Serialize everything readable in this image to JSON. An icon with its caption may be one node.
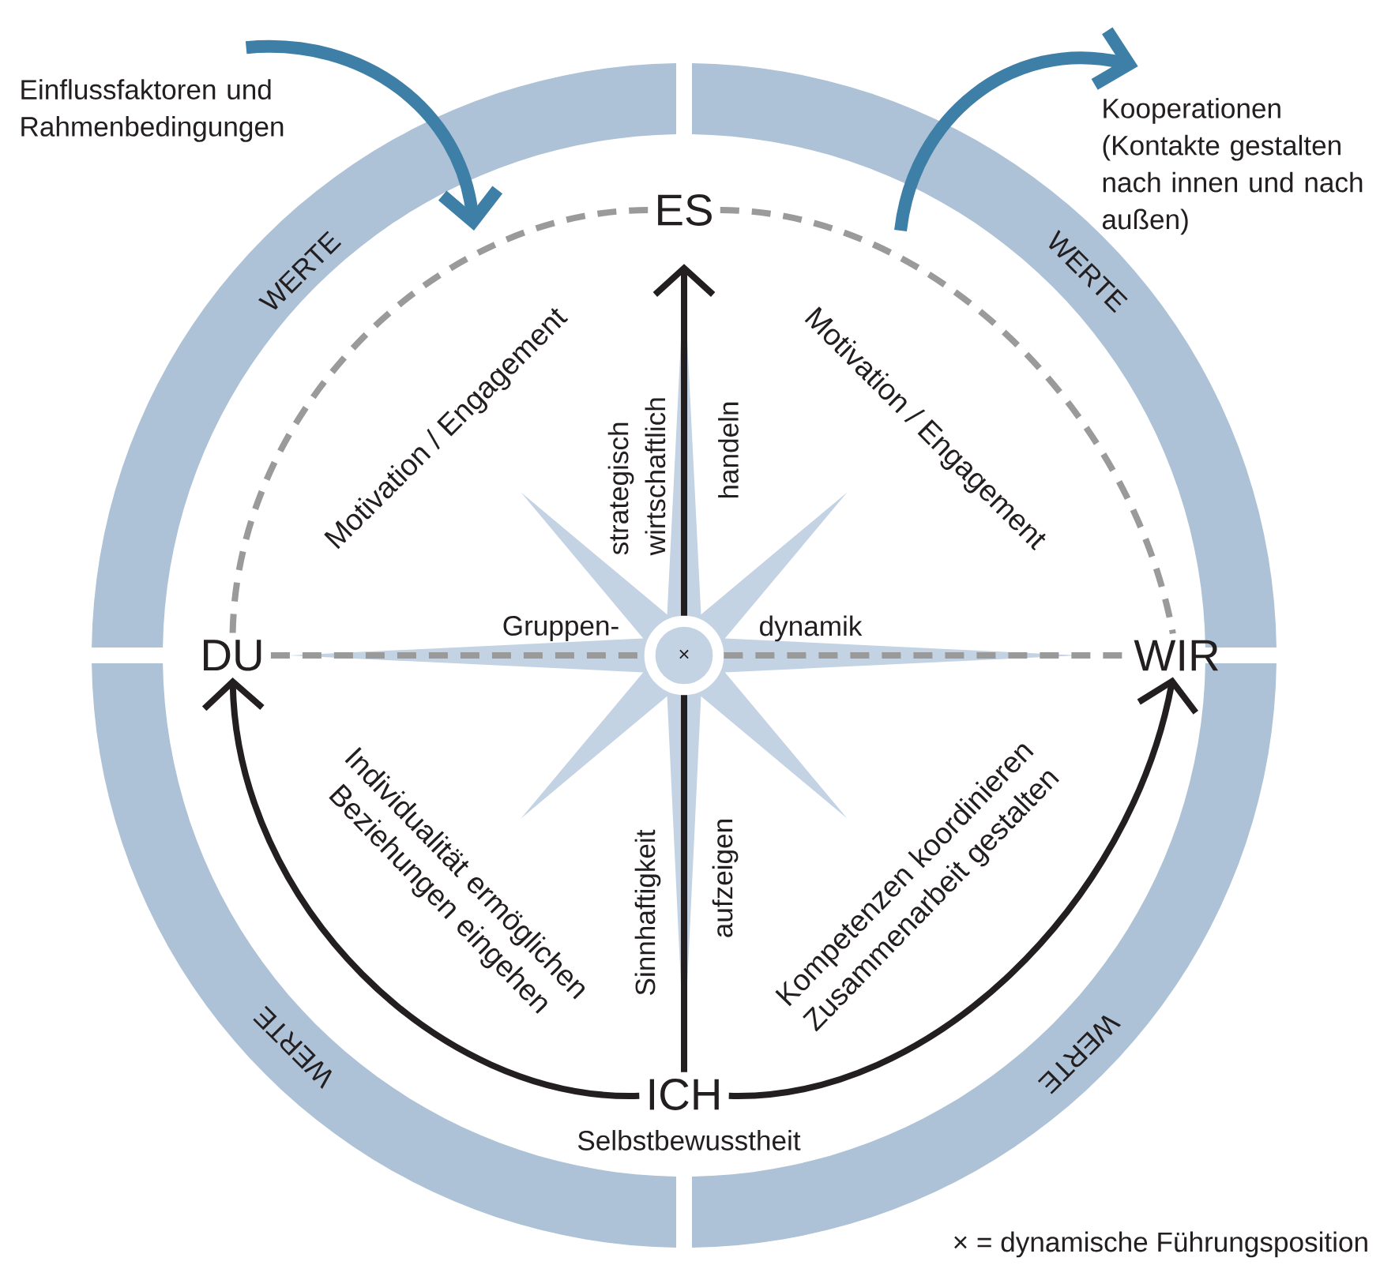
{
  "diagram": {
    "nodes": [
      {
        "text": [
          "ES"
        ]
      },
      {
        "text": [
          "DU"
        ]
      },
      {
        "text": [
          "WIR"
        ]
      },
      {
        "text": [
          "ICH"
        ],
        "beside": [
          "Selbstbewusstheit"
        ]
      },
      {
        "text": [
          "×"
        ]
      },
      {
        "text": [
          "Einflussfaktoren und Rahmenbedingungen"
        ]
      },
      {
        "text": [
          "Kooperationen (Kontakte gestalten nach innen und nach außen)"
        ]
      }
    ],
    "edges": [
      {
        "from": 3,
        "to": 4,
        "arrow": "none"
      },
      {
        "from": 4,
        "to": 0,
        "arrow": "to"
      },
      {
        "from": 1,
        "to": 4,
        "arrow": "none",
        "style": "dashed",
        "color": "#9a9a9a",
        "label": "Gruppen-"
      },
      {
        "from": 4,
        "to": 2,
        "arrow": "none",
        "style": "dashed",
        "color": "#9a9a9a",
        "label": "dynamik"
      },
      {
        "from": 0,
        "to": 1,
        "arrow": "none",
        "style": "dashed",
        "color": "#9a9a9a",
        "label": "Motivation / Engagement"
      },
      {
        "from": 0,
        "to": 2,
        "arrow": "none",
        "style": "dashed",
        "color": "#9a9a9a",
        "label": "Motivation / Engagement"
      },
      {
        "from": 3,
        "to": 1,
        "arrow": "to",
        "label": "Individualität ermöglichen Beziehungen eingehen"
      },
      {
        "from": 3,
        "to": 2,
        "arrow": "to",
        "label": "Kompetenzen koordinieren Zusammenarbeit gestalten"
      },
      {
        "from": 5,
        "to": null,
        "arrow": "to",
        "style": "thick",
        "color": "#3d7fa6"
      },
      {
        "from": null,
        "to": 6,
        "arrow": "to",
        "style": "thick",
        "color": "#3d7fa6"
      }
    ],
    "labels": [
      "WERTE",
      "WERTE",
      "strategisch wirtschaftlich",
      "handeln",
      "Sinnhaftigkeit",
      "aufzeigen",
      "WERTE",
      "WERTE",
      "× = dynamische Führungsposition"
    ]
  }
}
